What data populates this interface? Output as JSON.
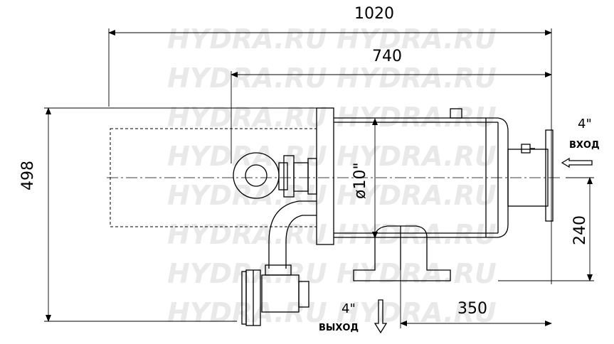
{
  "watermark": "HYDRA.RU",
  "dimensions": {
    "total_length": "1020",
    "body_length": "740",
    "height": "498",
    "diameter": "ø10\"",
    "inlet_offset": "240",
    "outlet_offset": "350"
  },
  "inlet": {
    "size": "4\"",
    "label": "ВХОД"
  },
  "outlet": {
    "size": "4\"",
    "label": "ВЫХОД"
  }
}
